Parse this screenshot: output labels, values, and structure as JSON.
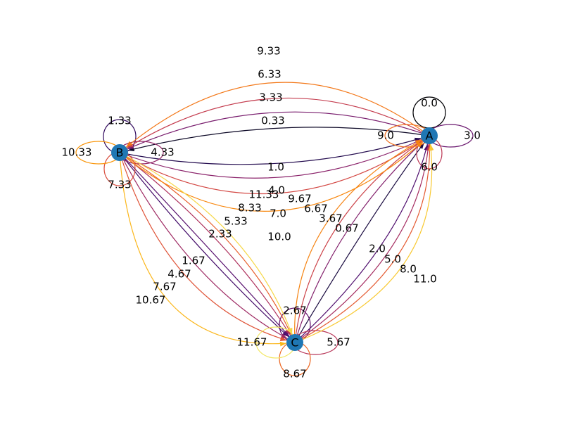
{
  "graph": {
    "node_color": "#1f77b4",
    "nodes": [
      {
        "id": "A",
        "label": "A"
      },
      {
        "id": "B",
        "label": "B"
      },
      {
        "id": "C",
        "label": "C"
      }
    ],
    "edges": [
      {
        "source": "A",
        "target": "A",
        "label": "0.0",
        "color": "#000004"
      },
      {
        "source": "A",
        "target": "B",
        "label": "0.33",
        "color": "#0c0826"
      },
      {
        "source": "C",
        "target": "A",
        "label": "0.67",
        "color": "#1a0b40"
      },
      {
        "source": "B",
        "target": "A",
        "label": "1.0",
        "color": "#240c4f"
      },
      {
        "source": "B",
        "target": "B",
        "label": "1.33",
        "color": "#320a5e"
      },
      {
        "source": "B",
        "target": "C",
        "label": "1.67",
        "color": "#420a68"
      },
      {
        "source": "C",
        "target": "A",
        "label": "2.0",
        "color": "#4e0d6d"
      },
      {
        "source": "B",
        "target": "C",
        "label": "2.33",
        "color": "#57106e"
      },
      {
        "source": "C",
        "target": "C",
        "label": "2.67",
        "color": "#65156e"
      },
      {
        "source": "A",
        "target": "A",
        "label": "3.0",
        "color": "#6a176e"
      },
      {
        "source": "A",
        "target": "B",
        "label": "3.33",
        "color": "#781c6d"
      },
      {
        "source": "C",
        "target": "A",
        "label": "3.67",
        "color": "#82206c"
      },
      {
        "source": "B",
        "target": "A",
        "label": "4.0",
        "color": "#8a226a"
      },
      {
        "source": "B",
        "target": "B",
        "label": "4.33",
        "color": "#932667"
      },
      {
        "source": "B",
        "target": "C",
        "label": "4.67",
        "color": "#9e2a63"
      },
      {
        "source": "C",
        "target": "A",
        "label": "5.0",
        "color": "#a52c60"
      },
      {
        "source": "B",
        "target": "C",
        "label": "5.33",
        "color": "#ae305c"
      },
      {
        "source": "C",
        "target": "C",
        "label": "5.67",
        "color": "#b73557"
      },
      {
        "source": "A",
        "target": "A",
        "label": "6.0",
        "color": "#bc3754"
      },
      {
        "source": "A",
        "target": "B",
        "label": "6.33",
        "color": "#c43c4e"
      },
      {
        "source": "C",
        "target": "A",
        "label": "6.67",
        "color": "#cc4248"
      },
      {
        "source": "B",
        "target": "A",
        "label": "7.0",
        "color": "#d34743"
      },
      {
        "source": "B",
        "target": "B",
        "label": "7.33",
        "color": "#d94d3d"
      },
      {
        "source": "B",
        "target": "C",
        "label": "7.67",
        "color": "#df5337"
      },
      {
        "source": "C",
        "target": "A",
        "label": "8.0",
        "color": "#e45a31"
      },
      {
        "source": "B",
        "target": "C",
        "label": "8.33",
        "color": "#e8602d"
      },
      {
        "source": "C",
        "target": "C",
        "label": "8.67",
        "color": "#ed6925"
      },
      {
        "source": "A",
        "target": "A",
        "label": "9.0",
        "color": "#f0701f"
      },
      {
        "source": "A",
        "target": "B",
        "label": "9.33",
        "color": "#f37819"
      },
      {
        "source": "C",
        "target": "A",
        "label": "9.67",
        "color": "#f58311"
      },
      {
        "source": "B",
        "target": "A",
        "label": "10.0",
        "color": "#f8870e"
      },
      {
        "source": "B",
        "target": "B",
        "label": "10.33",
        "color": "#f9950a"
      },
      {
        "source": "B",
        "target": "C",
        "label": "10.67",
        "color": "#fbb61a"
      },
      {
        "source": "C",
        "target": "A",
        "label": "11.0",
        "color": "#f8c932"
      },
      {
        "source": "B",
        "target": "C",
        "label": "11.33",
        "color": "#f6d746"
      },
      {
        "source": "C",
        "target": "C",
        "label": "11.67",
        "color": "#f2e661"
      }
    ]
  }
}
